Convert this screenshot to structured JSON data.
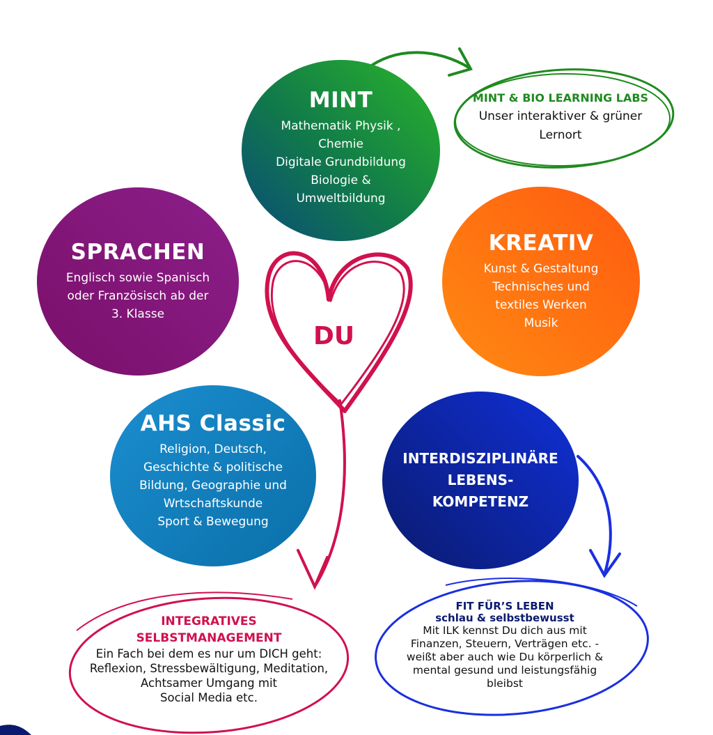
{
  "center": {
    "label": "DU"
  },
  "circles": {
    "mint": {
      "title": "MINT",
      "lines": [
        "Mathematik Physik ,",
        "Chemie",
        "Digitale Grundbildung",
        "Biologie &",
        "Umweltbildung"
      ]
    },
    "sprachen": {
      "title": "SPRACHEN",
      "lines": [
        "Englisch sowie Spanisch",
        "oder Französisch ab der",
        "3. Klasse"
      ]
    },
    "kreativ": {
      "title": "KREATIV",
      "lines": [
        "Kunst & Gestaltung",
        "Technisches und",
        "textiles Werken",
        "Musik"
      ]
    },
    "ahs": {
      "title": "AHS Classic",
      "lines": [
        "Religion, Deutsch,",
        "Geschichte & politische",
        "Bildung, Geographie und",
        "Wrtschaftskunde",
        "Sport & Bewegung"
      ]
    },
    "ilk": {
      "lines": [
        "INTERDISZIPLINÄRE",
        "LEBENS-",
        "KOMPETENZ"
      ]
    }
  },
  "ovals": {
    "labs": {
      "title": "MINT & BIO  LEARNING LABS",
      "lines": [
        "Unser interaktiver & grüner",
        "Lernort"
      ]
    },
    "isl": {
      "title_lines": [
        "INTEGRATIVES",
        "SELBSTMANAGEMENT"
      ],
      "lines": [
        "Ein Fach bei dem es nur um  DICH geht:",
        "Reflexion, Stressbewältigung, Meditation,",
        "Achtsamer Umgang mit",
        "Social Media etc."
      ]
    },
    "fit": {
      "title_lines": [
        "FIT FÜR’S LEBEN",
        "schlau & selbstbewusst"
      ],
      "lines": [
        "Mit ILK kennst Du dich aus mit",
        "Finanzen, Steuern, Verträgen etc. -",
        "weißt aber auch wie Du körperlich &",
        "mental gesund und leistungsfähig",
        "bleibst"
      ]
    }
  },
  "colors": {
    "heart": "#d0114e",
    "labs_oval": "#1f8a1f",
    "isl_oval": "#d0114e",
    "fit_oval": "#1a2fe0",
    "corner": "#0a1a6e"
  }
}
